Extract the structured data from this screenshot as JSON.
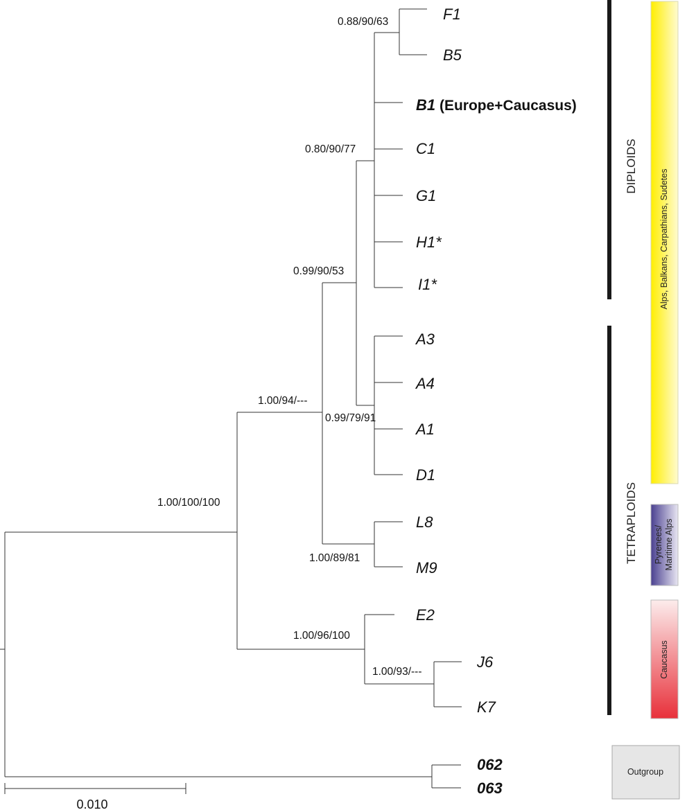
{
  "tips": {
    "F1": "F1",
    "B5": "B5",
    "B1": "B1",
    "B1_suffix": " (Europe+Caucasus)",
    "C1": "C1",
    "G1": "G1",
    "H1": "H1*",
    "I1": "I1*",
    "A3": "A3",
    "A4": "A4",
    "A1": "A1",
    "D1": "D1",
    "L8": "L8",
    "M9": "M9",
    "E2": "E2",
    "J6": "J6",
    "K7": "K7",
    "O62": "062",
    "O63": "063"
  },
  "support": {
    "f1b5": "0.88/90/63",
    "diploid_core": "0.80/90/77",
    "alps_clade": "0.99/90/53",
    "ingroup_a": "1.00/94/---",
    "a_clade": "0.99/79/91",
    "ingroup": "1.00/100/100",
    "l8m9": "1.00/89/81",
    "caucasus_clade": "1.00/96/100",
    "j6k7": "1.00/93/---"
  },
  "groups": {
    "diploids": "DIPLOIDS",
    "tetraploids": "TETRAPLOIDS"
  },
  "regions": {
    "alps": {
      "label": "Alps, Balkans, Carpathians, Sudetes",
      "color": "#ffee00"
    },
    "pyrenees": {
      "line1": "Pyrenees/",
      "line2": "Maritime Alps",
      "color": "#4a4090"
    },
    "caucasus": {
      "label": "Caucasus",
      "color": "#e8303a"
    },
    "outgroup": {
      "label": "Outgroup",
      "color": "#e6e6e6"
    }
  },
  "scale": {
    "label": "0.010"
  }
}
